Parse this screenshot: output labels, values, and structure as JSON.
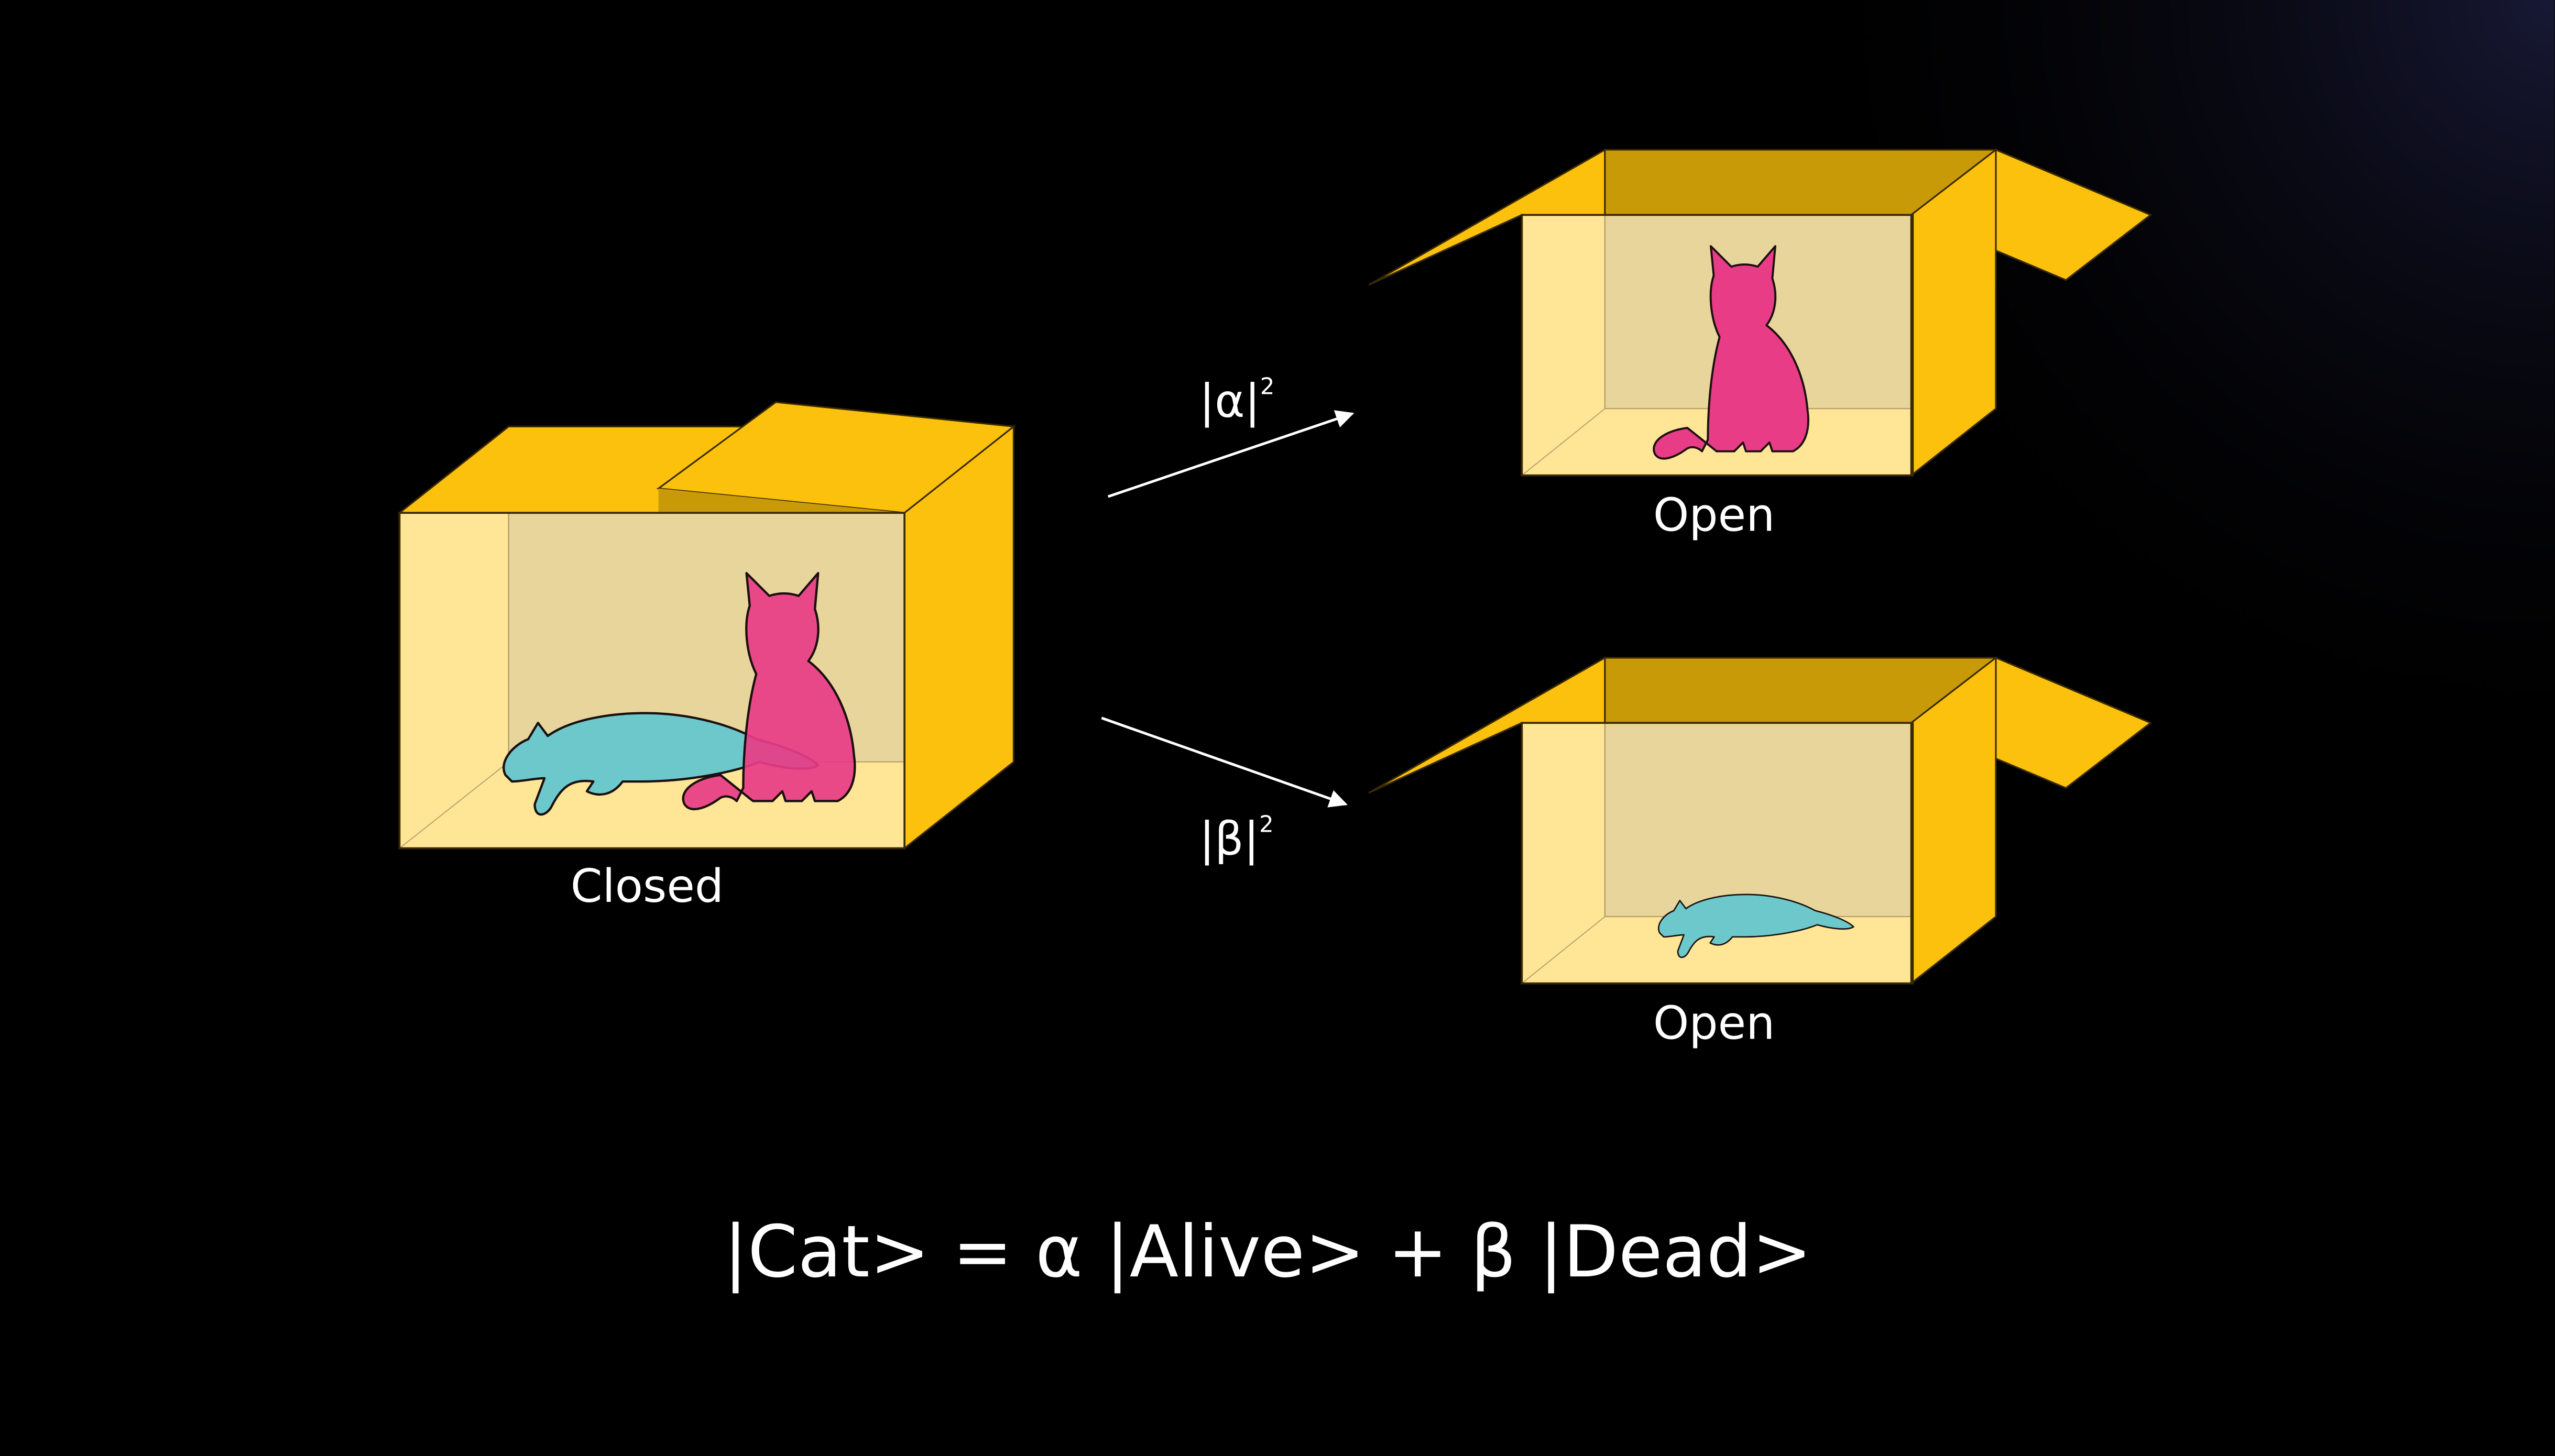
{
  "labels": {
    "closed": "Closed",
    "open_alive": "Open",
    "open_dead": "Open",
    "prob_alive": "|α|",
    "prob_alive_exp": "2",
    "prob_dead": "|β|",
    "prob_dead_exp": "2",
    "equation": "|Cat> = α |Alive> + β |Dead>"
  },
  "colors": {
    "background": "#000000",
    "box_inner": "#FFE596",
    "box_back_wall": "#E8D59C",
    "box_face": "#FCC10C",
    "box_shadow": "#C99A08",
    "alive_cat": "#E83C87",
    "dead_cat": "#6CC8CB",
    "text": "#FFFFFF"
  },
  "icons": {
    "closed_box": "closed-box-illustration",
    "alive_cat": "alive-cat-sitting",
    "dead_cat": "dead-cat-lying"
  }
}
